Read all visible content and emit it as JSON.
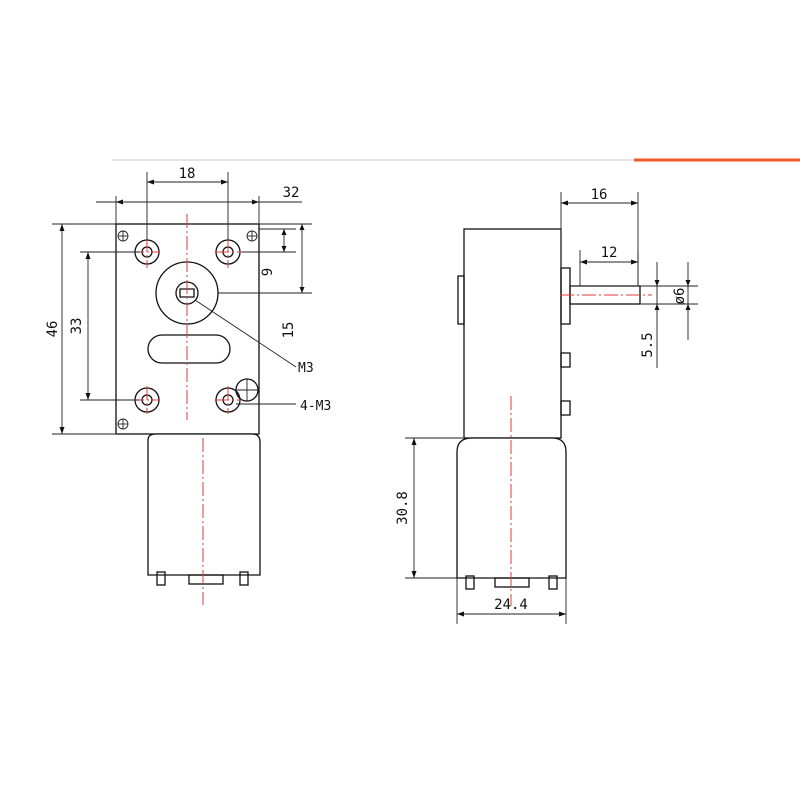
{
  "accent_color": "#f15a24",
  "front_view": {
    "dim_width_18": "18",
    "dim_width_32": "32",
    "dim_height_46": "46",
    "dim_height_33": "33",
    "dim_9": "9",
    "dim_15": "15",
    "label_shaft_thread": "M3",
    "label_holes": "4-M3"
  },
  "side_view": {
    "dim_16": "16",
    "dim_12": "12",
    "dim_shaft_dia": "ø6",
    "dim_5_5": "5.5",
    "dim_motor_length": "30.8",
    "dim_motor_width": "24.4"
  }
}
